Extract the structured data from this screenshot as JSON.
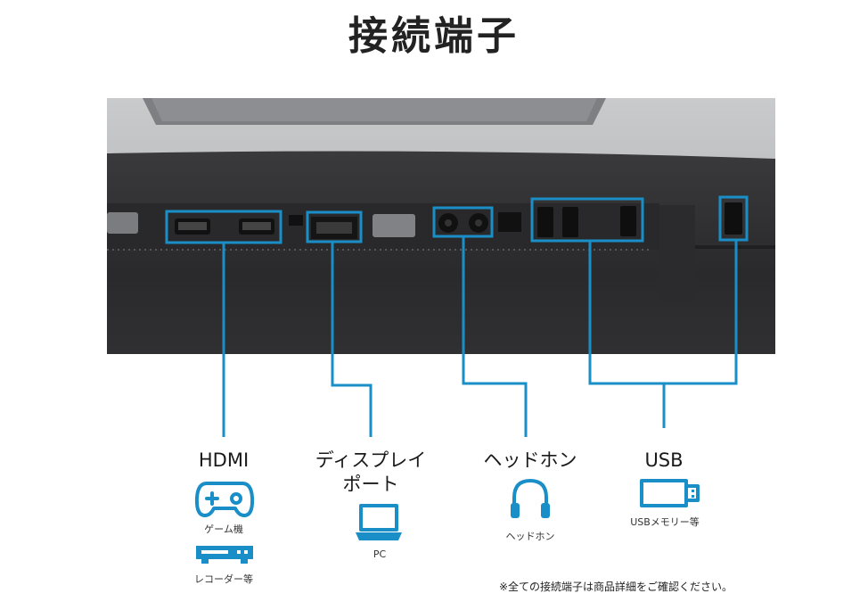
{
  "title": "接続端子",
  "colors": {
    "accent": "#1a8fc7",
    "panel": "#2c2c2e",
    "bezel": "#b9bbbe"
  },
  "groups": [
    {
      "label": "HDMI",
      "icons": [
        {
          "icon": "gamepad-icon",
          "caption": "ゲーム機"
        },
        {
          "icon": "recorder-icon",
          "caption": "レコーダー等"
        }
      ]
    },
    {
      "label_line1": "ディスプレイ",
      "label_line2": "ポート",
      "icons": [
        {
          "icon": "laptop-icon",
          "caption": "PC"
        }
      ]
    },
    {
      "label": "ヘッドホン",
      "icons": [
        {
          "icon": "headphones-icon",
          "caption": "ヘッドホン"
        }
      ]
    },
    {
      "label": "USB",
      "icons": [
        {
          "icon": "usb-stick-icon",
          "caption": "USBメモリー等"
        }
      ]
    }
  ],
  "footnote": "※全ての接続端子は商品詳細をご確認ください。"
}
